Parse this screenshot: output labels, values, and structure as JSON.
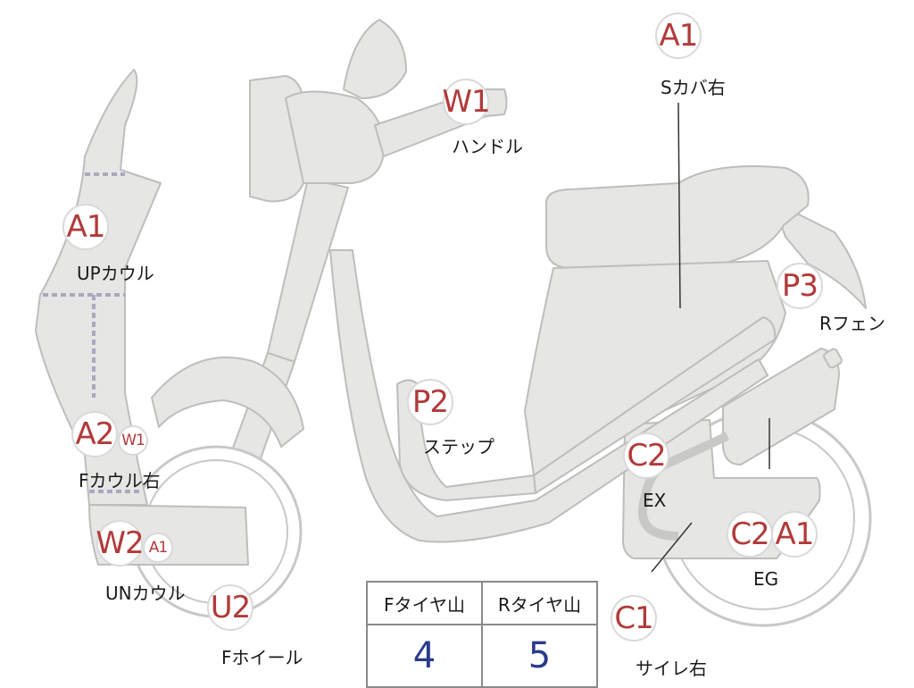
{
  "colors": {
    "body_fill": "#e6e6e4",
    "body_stroke": "#bdbdbb",
    "marker_text": "#b23a3a",
    "table_value": "#2b3a8c"
  },
  "markers": {
    "a1_top": "A1",
    "w1_handle": "W1",
    "a1_upcowl": "A1",
    "p3": "P3",
    "p2": "P2",
    "a2_fcowl": "A2",
    "w1_fcowl": "W1",
    "c2_ex": "C2",
    "w2_uncowl": "W2",
    "a1_uncowl": "A1",
    "c2_eg": "C2",
    "a1_eg": "A1",
    "u2": "U2",
    "c1": "C1"
  },
  "labels": {
    "s_cover_right": "Sカバ右",
    "handle": "ハンドル",
    "up_cowl": "UPカウル",
    "r_fender": "Rフェン",
    "step": "ステップ",
    "f_cowl_right": "Fカウル右",
    "ex": "EX",
    "un_cowl": "UNカウル",
    "eg": "EG",
    "f_wheel": "Fホイール",
    "silencer_right": "サイレ右"
  },
  "tire_table": {
    "headers": [
      "Fタイヤ山",
      "Rタイヤ山"
    ],
    "values": [
      "4",
      "5"
    ]
  }
}
